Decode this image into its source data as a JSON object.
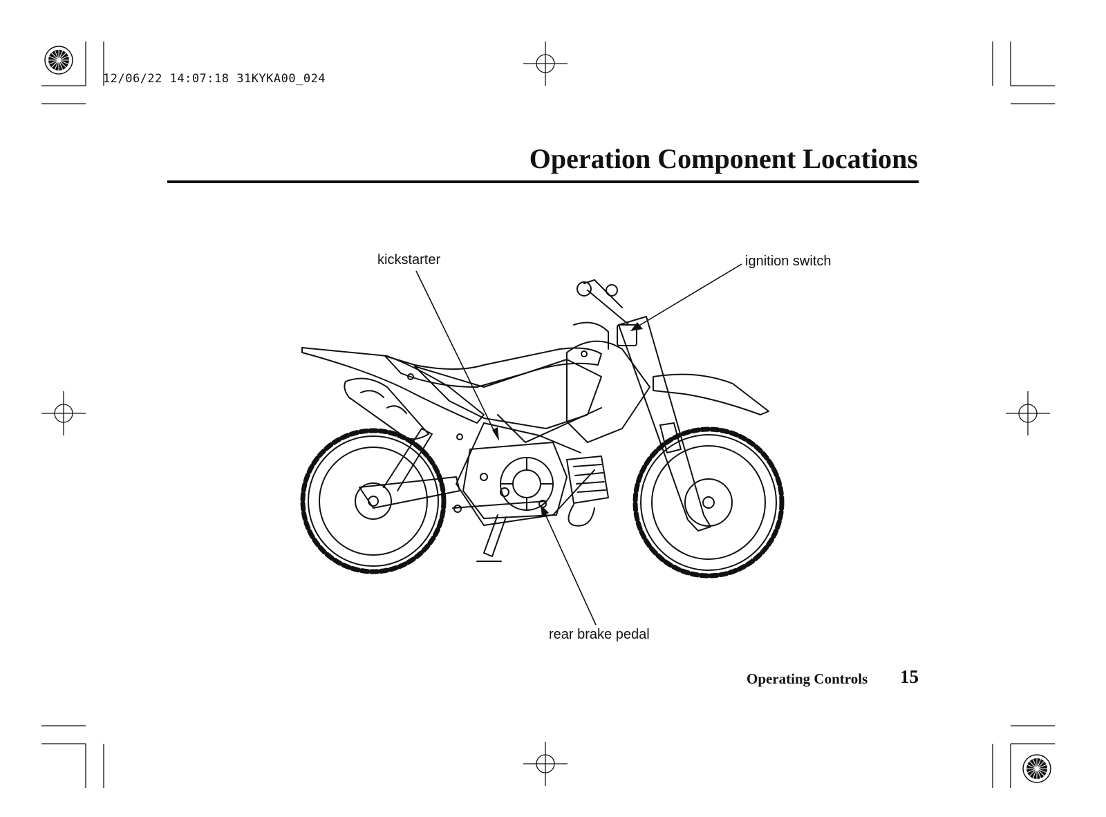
{
  "print_stamp": "12/06/22 14:07:18 31KYKA00_024",
  "page_title": "Operation Component Locations",
  "illustration": {
    "callouts": {
      "kickstarter": "kickstarter",
      "ignition_switch": "ignition switch",
      "rear_brake_pedal": "rear brake pedal"
    }
  },
  "footer": {
    "section": "Operating Controls",
    "page_number": "15"
  },
  "colors": {
    "ink": "#111111",
    "paper": "#ffffff"
  },
  "icons": [
    "registration-target-icon",
    "crop-mark-icon",
    "starburst-registration-icon"
  ]
}
